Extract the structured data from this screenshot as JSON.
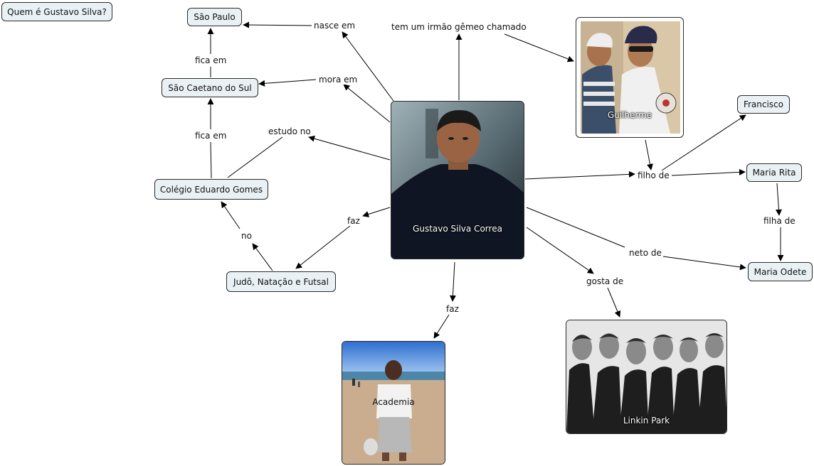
{
  "question": "Quem é Gustavo Silva?",
  "concepts": {
    "sao_paulo": "São Paulo",
    "sao_caetano": "São Caetano do Sul",
    "colegio": "Colégio Eduardo Gomes",
    "esportes": "Judô, Natação e Futsal",
    "francisco": "Francisco",
    "maria_rita": "Maria Rita",
    "maria_odete": "Maria Odete"
  },
  "image_concepts": {
    "gustavo": "Gustavo Silva Correa",
    "guilherme": "Guilherme",
    "academia": "Academia",
    "linkin_park": "Linkin Park"
  },
  "linking_phrases": {
    "nasce_em": "nasce em",
    "mora_em": "mora em",
    "estudo_no": "estudo no",
    "fica_em_1": "fica em",
    "fica_em_2": "fica em",
    "irmao": "tem um irmão gêmeo chamado",
    "filho_de": "filho de",
    "filha_de": "filha de",
    "neto_de": "neto de",
    "gosta_de": "gosta de",
    "faz_1": "faz",
    "faz_2": "faz",
    "no": "no"
  },
  "colors": {
    "concept_fill": "#eaf1f5",
    "border": "#2a2a2a",
    "arrow": "#000000",
    "background": "#ffffff"
  }
}
